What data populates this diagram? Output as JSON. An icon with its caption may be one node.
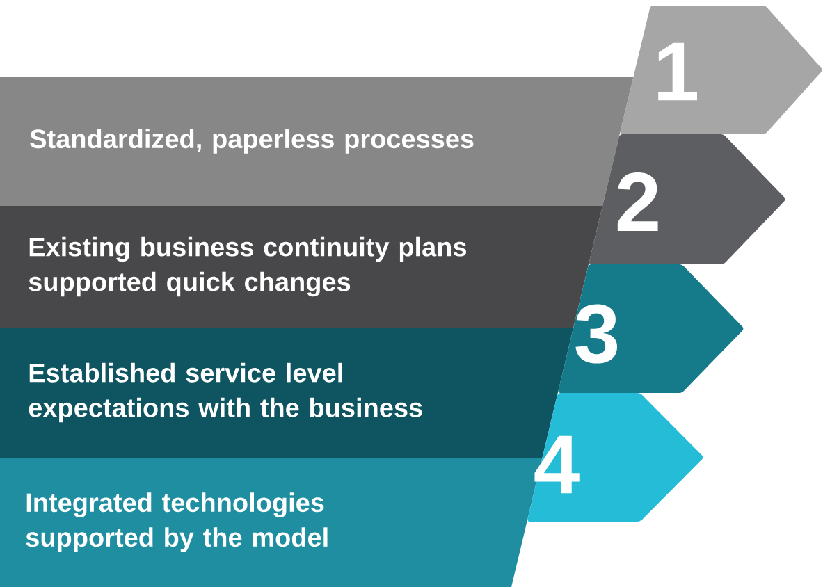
{
  "diagram": {
    "nodes": [
      {
        "text": [
          "1"
        ]
      },
      {
        "text": [
          "Standardized, paperless processes"
        ]
      },
      {
        "text": [
          "2"
        ]
      },
      {
        "text": [
          "Existing business continuity plans supported quick changes"
        ]
      },
      {
        "text": [
          "3"
        ]
      },
      {
        "text": [
          "Established service level expectations with the business"
        ]
      },
      {
        "text": [
          "4"
        ]
      },
      {
        "text": [
          "Integrated technologies supported by the model"
        ]
      }
    ]
  }
}
